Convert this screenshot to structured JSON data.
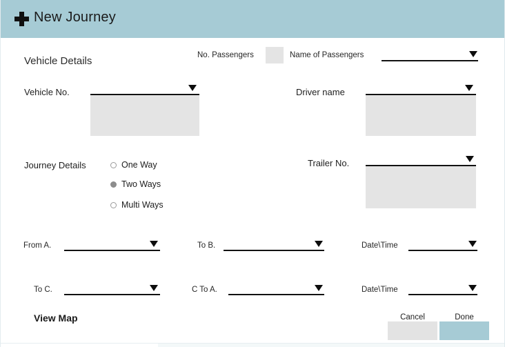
{
  "window": {
    "title": "New Journey",
    "add_icon": "plus-icon",
    "header_color": "#a6cbd5"
  },
  "form": {
    "section_heading": "Vehicle Details",
    "passengers": {
      "count_label": "No. Passengers",
      "count_value": "",
      "names_label": "Name of Passengers",
      "names_value": ""
    },
    "vehicle_no": {
      "label": "Vehicle No.",
      "value": "",
      "expanded": true
    },
    "driver_name": {
      "label": "Driver name",
      "value": "",
      "expanded": true
    },
    "journey": {
      "label": "Journey  Details",
      "selected": "Two Ways",
      "options": [
        {
          "label": "One Way",
          "selected": false
        },
        {
          "label": "Two Ways",
          "selected": true
        },
        {
          "label": "Multi Ways",
          "selected": false
        }
      ]
    },
    "trailer_no": {
      "label": "Trailer No.",
      "value": "",
      "expanded": true
    },
    "route": {
      "from_a": {
        "label": "From A.",
        "value": ""
      },
      "to_b": {
        "label": "To B.",
        "value": ""
      },
      "datetime_1": {
        "label": "Date\\Time",
        "value": ""
      },
      "to_c": {
        "label": "To C.",
        "value": ""
      },
      "c_to_a": {
        "label": "C To A.",
        "value": ""
      },
      "datetime_2": {
        "label": "Date\\Time",
        "value": ""
      }
    }
  },
  "footer": {
    "view_map": "View Map",
    "cancel": "Cancel",
    "done": "Done",
    "cancel_color": "#e3e3e3",
    "done_color": "#a6cbd5"
  }
}
